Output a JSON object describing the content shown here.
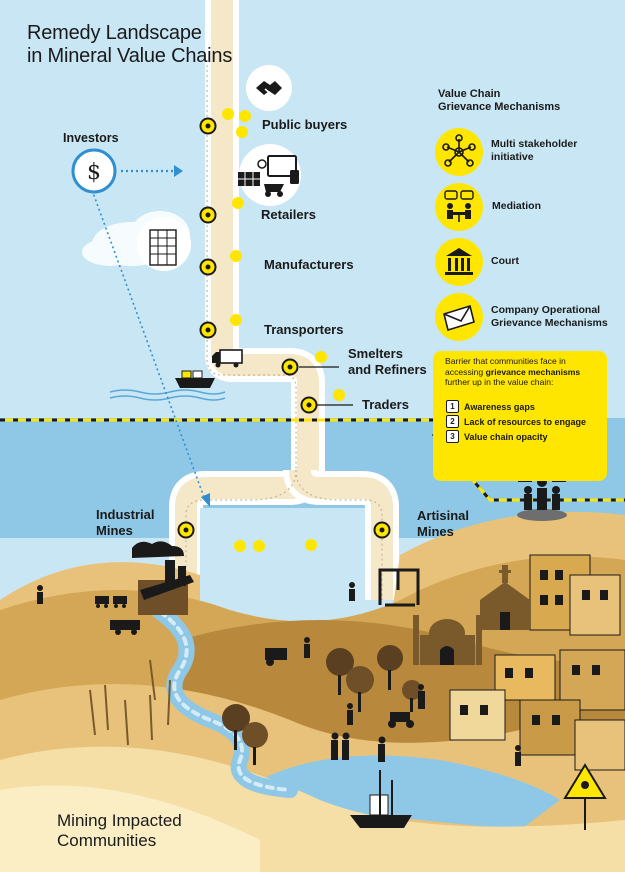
{
  "title": {
    "line1": "Remedy Landscape",
    "line2": "in Mineral Value Chains"
  },
  "investors": {
    "label": "Investors",
    "icon": "dollar-icon"
  },
  "value_chain": [
    {
      "key": "public_buyers",
      "label": "Public buyers",
      "icon": "handshake-icon"
    },
    {
      "key": "retailers",
      "label": "Retailers",
      "icon": "electronics-icon"
    },
    {
      "key": "manufacturers",
      "label": "Manufacturers",
      "icon": "factory-building-icon"
    },
    {
      "key": "transporters",
      "label": "Transporters",
      "icon": "truck-icon"
    },
    {
      "key": "smelters",
      "label": "Smelters\nand Refiners",
      "line1": "Smelters",
      "line2": "and Refiners"
    },
    {
      "key": "traders",
      "label": "Traders"
    }
  ],
  "mines": {
    "industrial": {
      "line1": "Industrial",
      "line2": "Mines"
    },
    "artisinal": {
      "line1": "Artisinal",
      "line2": "Mines"
    }
  },
  "grievance": {
    "heading": {
      "line1": "Value Chain",
      "line2": "Grievance Mechanisms"
    },
    "items": [
      {
        "line1": "Multi stakeholder",
        "line2": "initiative",
        "icon": "network-icon"
      },
      {
        "line1": "Mediation",
        "line2": "",
        "icon": "mediation-icon"
      },
      {
        "line1": "Court",
        "line2": "",
        "icon": "courthouse-icon"
      },
      {
        "line1": "Company Operational",
        "line2": "Grievance Mechanisms",
        "icon": "envelope-icon"
      }
    ]
  },
  "barriers": {
    "intro_a": "Barrier that communities face in accessing ",
    "intro_b": "grievance mechanisms",
    "intro_c": " further up in the value chain:",
    "items": [
      {
        "num": "1",
        "label": "Awareness gaps"
      },
      {
        "num": "2",
        "label": "Lack of resources to engage"
      },
      {
        "num": "3",
        "label": "Value chain opacity"
      }
    ]
  },
  "bottom": {
    "line1": "Mining Impacted",
    "line2": "Communities"
  },
  "colors": {
    "sky": "#c9e6f4",
    "yellow": "#ffe600",
    "dark": "#1a1a1a",
    "road": "#f4e8c8",
    "land_light": "#e8c27a",
    "land_mid": "#d4a757",
    "land_dark": "#b8893c",
    "water": "#8ec8e6"
  }
}
